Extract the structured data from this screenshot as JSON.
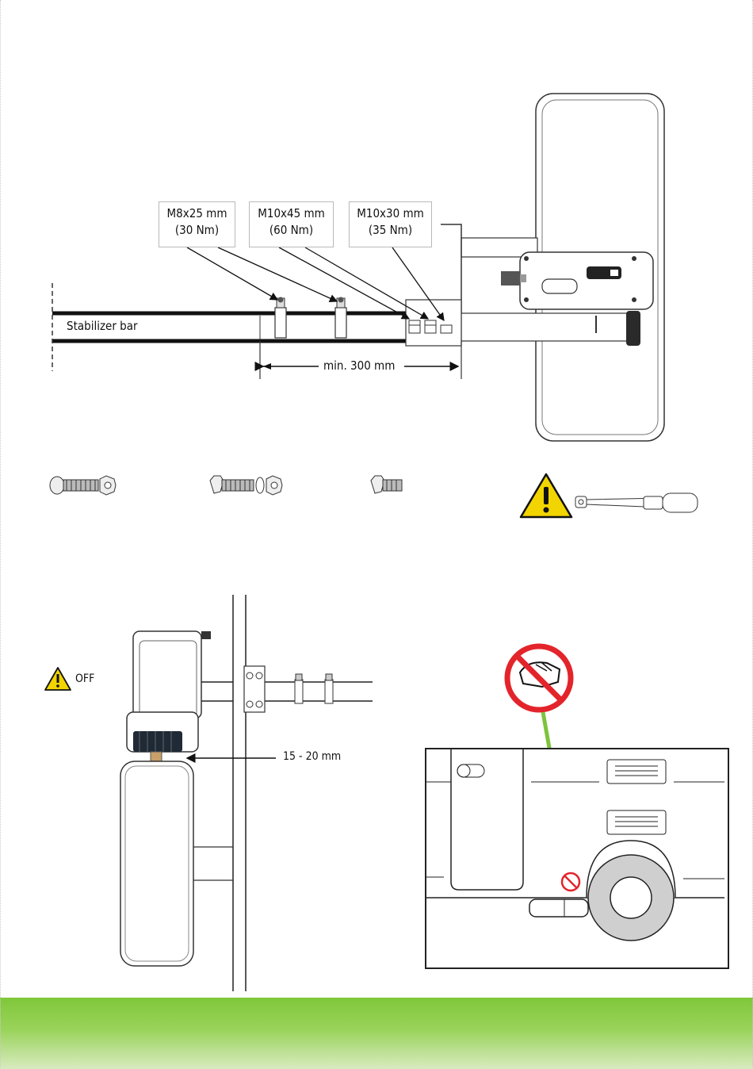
{
  "top_diagram": {
    "callouts": [
      {
        "size": "M8x25 mm",
        "torque": "(30 Nm)"
      },
      {
        "size": "M10x45 mm",
        "torque": "(60 Nm)"
      },
      {
        "size": "M10x30 mm",
        "torque": "(35 Nm)"
      }
    ],
    "stabilizer_label": "Stabilizer bar",
    "min_distance_label": "min. 300 mm"
  },
  "bottom_left": {
    "warning_text": "OFF",
    "gap_label": "15 - 20 mm"
  },
  "colors": {
    "footer_band": "#7fc73a",
    "green_arrow": "#7cc43c",
    "warning_yellow": "#f2d400",
    "prohibition_red": "#e3242b"
  },
  "icons": [
    "bolt-nut-icon",
    "bolt-washer-nut-icon",
    "bolt-icon",
    "warning-icon",
    "torque-wrench-icon",
    "no-touch-sign-icon"
  ]
}
